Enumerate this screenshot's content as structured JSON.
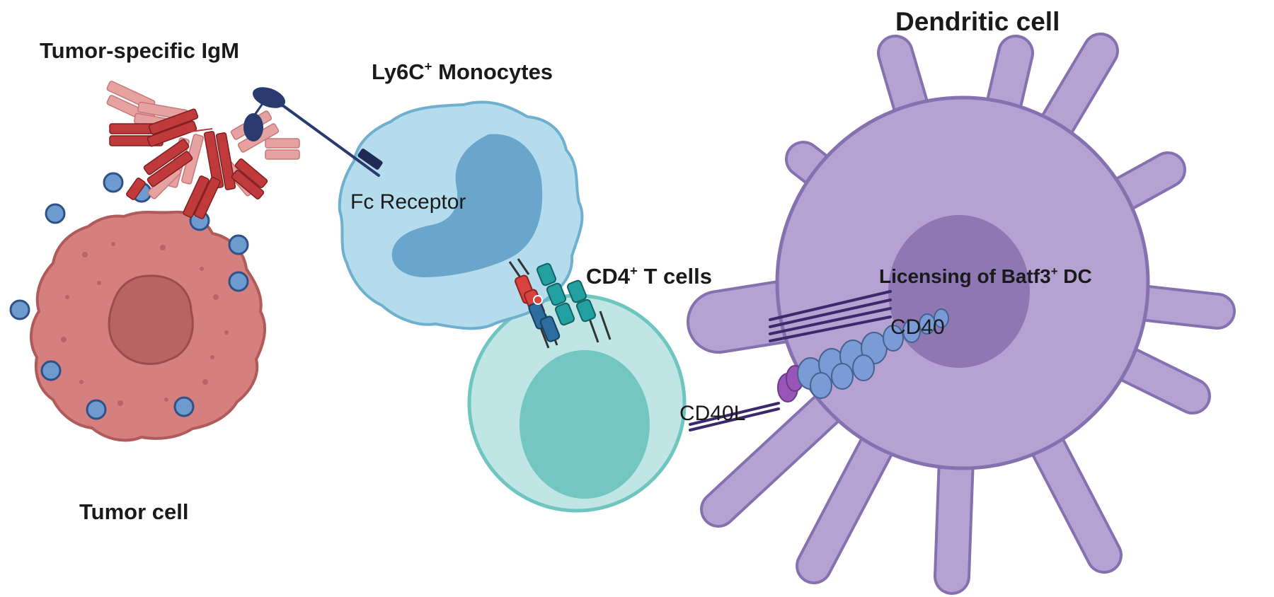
{
  "labels": {
    "tumor_igm": "Tumor-specific IgM",
    "monocytes_main": "Ly6C",
    "monocytes_sup": "+",
    "monocytes_rest": " Monocytes",
    "dendritic": "Dendritic cell",
    "fc_receptor": "Fc Receptor",
    "cd4_main": "CD4",
    "cd4_sup": "+",
    "cd4_rest": " T cells",
    "licensing_main": "Licensing of Batf3",
    "licensing_sup": "+",
    "licensing_rest": " DC",
    "cd40": "CD40",
    "cd40l": "CD40L",
    "tumor_cell": "Tumor cell"
  },
  "colors": {
    "tumor_body": "#d57f7f",
    "tumor_nucleus": "#b86464",
    "tumor_receptor": "#6d9bd0",
    "igm_dark": "#c0393b",
    "igm_light": "#e6a1a1",
    "monocyte_body": "#b4dcec",
    "monocyte_nucleus": "#6aa6cc",
    "fc_receptor": "#283a6e",
    "tcell_body": "#bfe6e4",
    "tcell_nucleus": "#74c6c2",
    "tcr_red": "#d8433f",
    "tcr_teal": "#23a0a2",
    "tcr_blue": "#2d6c9f",
    "dc_body": "#b6a2d2",
    "dc_nucleus": "#8e77b2",
    "cd40": "#7a9bd6",
    "cd40l": "#9a55b8"
  }
}
